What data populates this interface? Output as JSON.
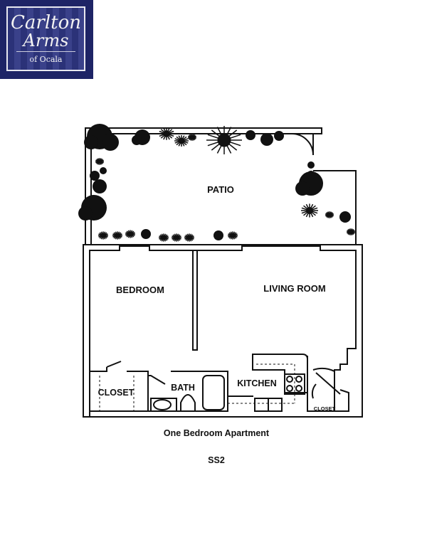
{
  "logo": {
    "line1": "Carlton",
    "line2": "Arms",
    "line3": "of Ocala"
  },
  "rooms": {
    "patio": "PATIO",
    "bedroom": "BEDROOM",
    "living_room": "LIVING ROOM",
    "closet_bedroom": "CLOSET",
    "bath": "BATH",
    "kitchen": "KITCHEN",
    "closet_entry": "CLOSET"
  },
  "caption": "One Bedroom Apartment",
  "unit_code": "SS2"
}
